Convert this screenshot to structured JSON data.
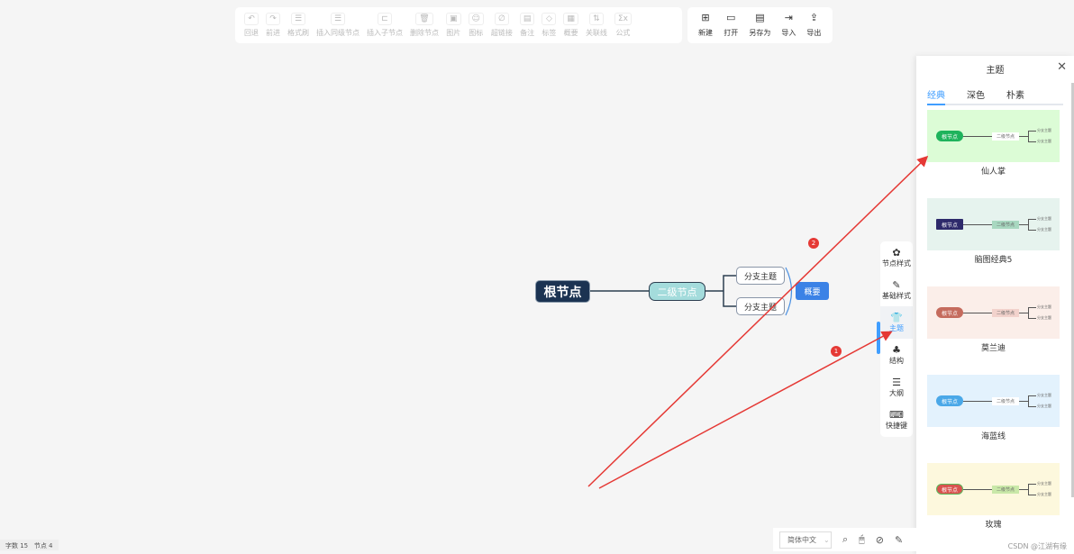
{
  "toolbar": {
    "edit": [
      {
        "icon": "undo-icon",
        "g": "↶",
        "label": "回退"
      },
      {
        "icon": "redo-icon",
        "g": "↷",
        "label": "前进"
      },
      {
        "icon": "format-painter-icon",
        "g": "☰",
        "label": "格式刷"
      },
      {
        "icon": "insert-sibling-icon",
        "g": "☰",
        "label": "插入同级节点"
      },
      {
        "icon": "insert-child-icon",
        "g": "⊏",
        "label": "插入子节点"
      },
      {
        "icon": "delete-node-icon",
        "g": "🗑",
        "label": "删除节点"
      },
      {
        "icon": "image-icon",
        "g": "▣",
        "label": "图片"
      },
      {
        "icon": "emoji-icon",
        "g": "☺",
        "label": "图标"
      },
      {
        "icon": "link-icon",
        "g": "∅",
        "label": "超链接"
      },
      {
        "icon": "note-icon",
        "g": "▤",
        "label": "备注"
      },
      {
        "icon": "tag-icon",
        "g": "◇",
        "label": "标签"
      },
      {
        "icon": "summary-icon",
        "g": "▦",
        "label": "概要"
      },
      {
        "icon": "relation-line-icon",
        "g": "⇅",
        "label": "关联线"
      },
      {
        "icon": "formula-icon",
        "g": "Σx",
        "label": "公式"
      }
    ],
    "file": [
      {
        "icon": "new-file-icon",
        "g": "⊞",
        "label": "新建"
      },
      {
        "icon": "open-folder-icon",
        "g": "▭",
        "label": "打开"
      },
      {
        "icon": "save-as-icon",
        "g": "▤",
        "label": "另存为"
      },
      {
        "icon": "import-icon",
        "g": "⇥",
        "label": "导入"
      },
      {
        "icon": "export-icon",
        "g": "⇪",
        "label": "导出"
      }
    ]
  },
  "mindmap": {
    "root": "根节点",
    "second": "二级节点",
    "branches": [
      "分支主题",
      "分支主题"
    ],
    "summary": "概要"
  },
  "panel": {
    "title": "主题",
    "tabs": [
      "经典",
      "深色",
      "朴素"
    ],
    "active_tab": "经典",
    "themes": [
      {
        "name": "仙人掌",
        "bg": "#dcfcd6",
        "root": "#1eb35c",
        "second_bg": "#ffffff"
      },
      {
        "name": "脑图经典5",
        "bg": "#e6f3ee",
        "root": "#2e2a6b",
        "second_bg": "#a8d8c0"
      },
      {
        "name": "莫兰迪",
        "bg": "#fbeee9",
        "root": "#c56b5d",
        "second_bg": "#f2d2cc"
      },
      {
        "name": "海蓝线",
        "bg": "#e3f2fd",
        "root": "#4aa8e8",
        "second_bg": "#ffffff"
      },
      {
        "name": "玫瑰",
        "bg": "#fdf8dd",
        "root": "#d9534f",
        "second_bg": "#c9e8a8"
      }
    ],
    "mini": {
      "root": "根节点",
      "second": "二级节点",
      "branch": "分支主题"
    }
  },
  "sidebar": [
    {
      "icon": "node-style-icon",
      "g": "✿",
      "label": "节点样式"
    },
    {
      "icon": "base-style-icon",
      "g": "✎",
      "label": "基础样式"
    },
    {
      "icon": "theme-shirt-icon",
      "g": "👕",
      "label": "主题",
      "active": true
    },
    {
      "icon": "structure-icon",
      "g": "♣",
      "label": "结构"
    },
    {
      "icon": "outline-icon",
      "g": "☰",
      "label": "大纲"
    },
    {
      "icon": "shortcut-icon",
      "g": "⌨",
      "label": "快捷键"
    }
  ],
  "status": {
    "words": "字数 15",
    "nodes": "节点 4"
  },
  "bottom": {
    "language": "简体中文"
  },
  "watermark": "CSDN @江湖有缘",
  "annotations": [
    "2",
    "1"
  ]
}
